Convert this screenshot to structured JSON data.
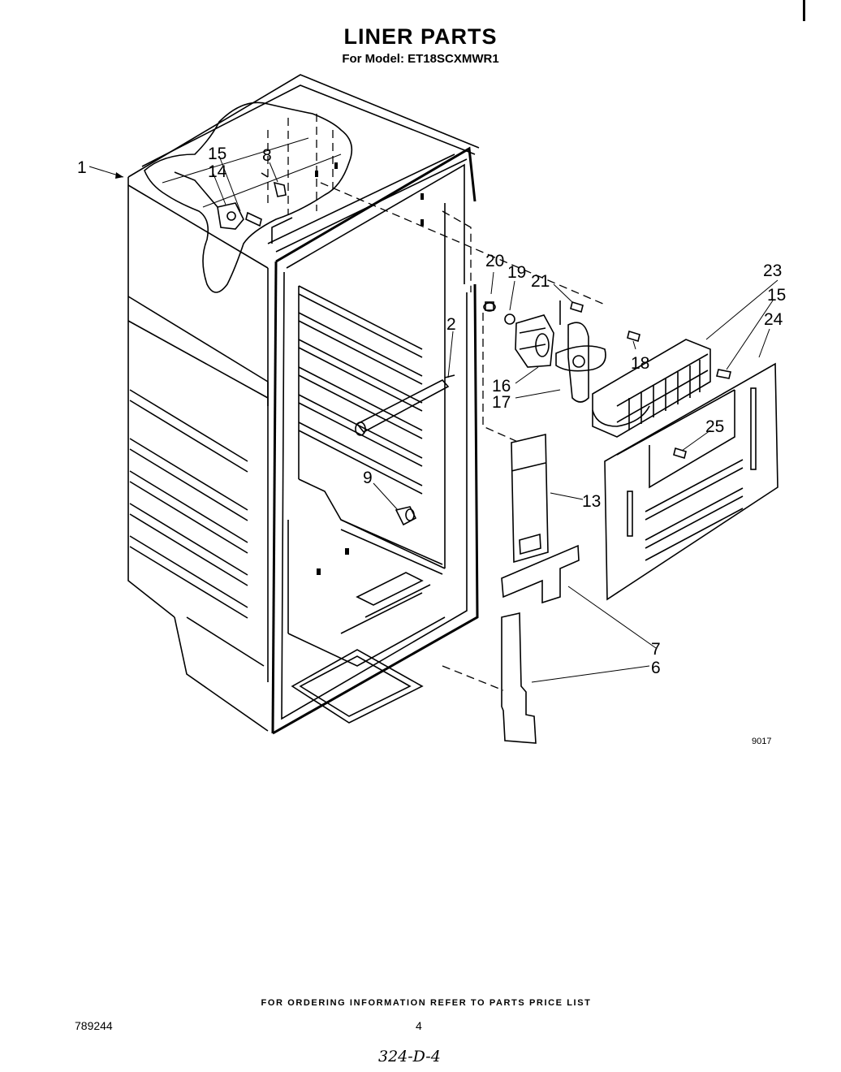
{
  "header": {
    "title": "LINER PARTS",
    "subtitle": "For Model: ET18SCXMWR1"
  },
  "diagram": {
    "figure_code": "9017",
    "callouts": [
      "1",
      "15",
      "14",
      "8",
      "20",
      "19",
      "21",
      "23",
      "15",
      "24",
      "2",
      "18",
      "16",
      "17",
      "25",
      "13",
      "9",
      "7",
      "6"
    ]
  },
  "footer": {
    "ordering_note": "FOR ORDERING INFORMATION REFER TO PARTS PRICE LIST",
    "document_number": "789244",
    "page_number": "4",
    "handwritten_note": "324-D-4"
  }
}
